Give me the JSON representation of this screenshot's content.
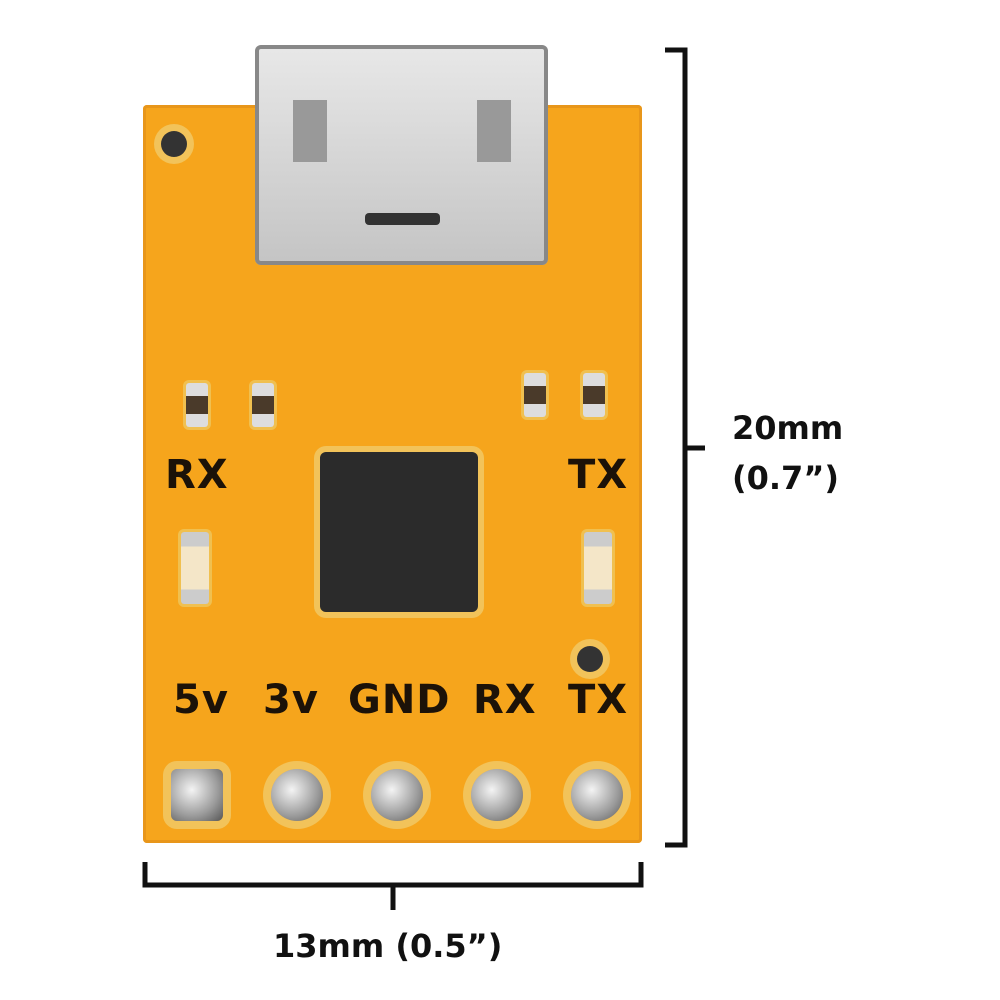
{
  "board": {
    "labels_top": [
      "RX",
      "TX"
    ],
    "labels_pins": [
      "5v",
      "3v",
      "GND",
      "RX",
      "TX"
    ],
    "color": "#f6a51c"
  },
  "dimensions": {
    "height_mm": "20mm",
    "height_in": "(0.7”)",
    "width": "13mm (0.5”)"
  }
}
